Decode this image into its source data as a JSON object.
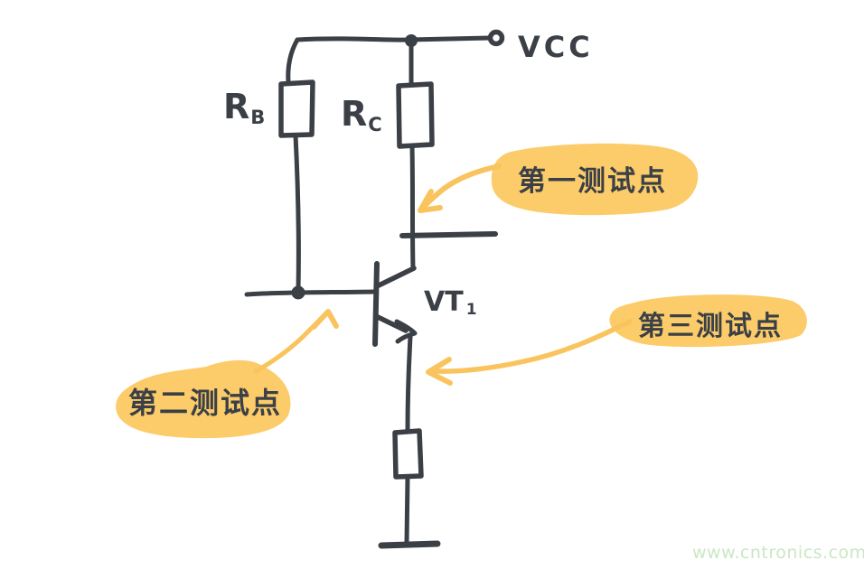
{
  "diagram_title": "transistor-test-points-circuit",
  "colors": {
    "ink": "#3b3f46",
    "highlight_fill": "#fbcc69",
    "arrow": "#f9c45d",
    "watermark": "#cbe7c3",
    "background": "#ffffff"
  },
  "circuit": {
    "vcc_label": "VCC",
    "rb_label": {
      "main": "R",
      "sub": "B"
    },
    "rc_label": {
      "main": "R",
      "sub": "C"
    },
    "vt1_label": {
      "main": "VT",
      "sub": "1"
    }
  },
  "annotations": {
    "test_point_1": "第一测试点",
    "test_point_2": "第二测试点",
    "test_point_3": "第三测试点"
  },
  "watermark": "www.cntronics.com"
}
